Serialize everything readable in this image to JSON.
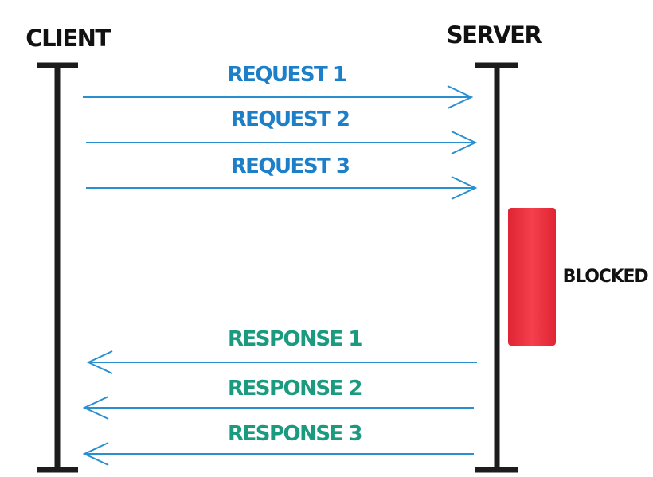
{
  "client": {
    "label": "CLIENT"
  },
  "server": {
    "label": "SERVER"
  },
  "requests": [
    {
      "label": "REQUEST 1"
    },
    {
      "label": "REQUEST 2"
    },
    {
      "label": "REQUEST 3"
    }
  ],
  "responses": [
    {
      "label": "RESPONSE 1"
    },
    {
      "label": "RESPONSE 2"
    },
    {
      "label": "RESPONSE 3"
    }
  ],
  "blocked": {
    "label": "BLOCKED"
  },
  "colors": {
    "lifeline": "#1c1c1c",
    "request": "#2a8fd0",
    "request_text": "#1e7fc9",
    "response": "#2a8fd0",
    "response_text": "#1a9a7e",
    "blocked": "#e8303d"
  }
}
